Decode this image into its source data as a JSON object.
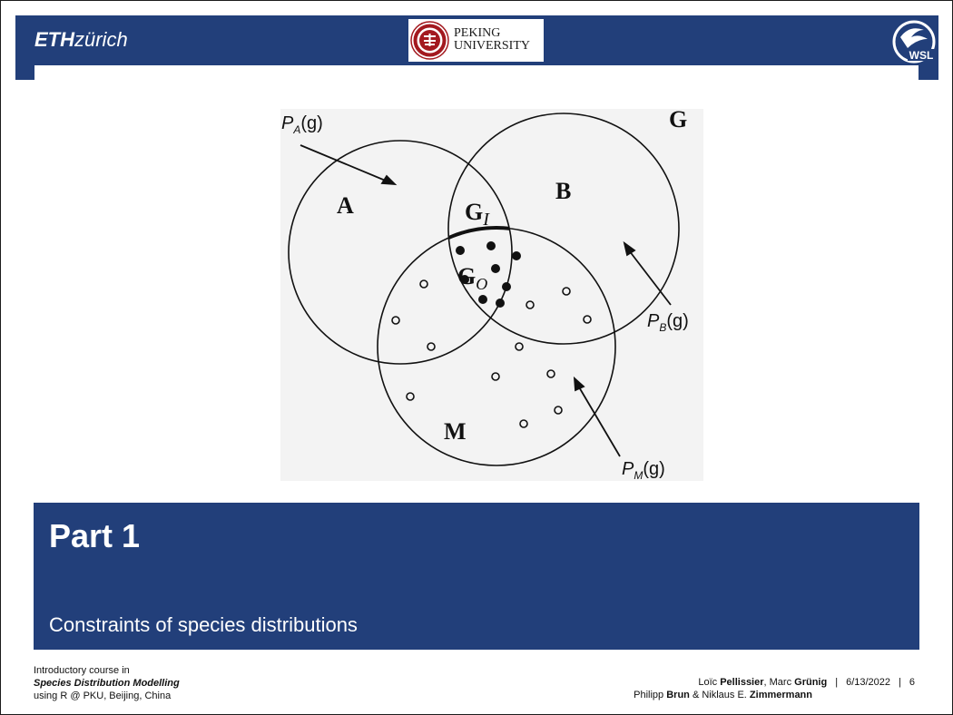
{
  "header": {
    "eth_logo_bold": "ETH",
    "eth_logo_light": "zürich",
    "pku_logo_line1": "PEKING",
    "pku_logo_line2": "UNIVERSITY",
    "wsl_logo_text": "WSL"
  },
  "figure": {
    "label_G": "G",
    "label_A": "A",
    "label_B": "B",
    "label_M": "M",
    "label_GI": "G",
    "label_GI_sub": "I",
    "label_GO": "G",
    "label_GO_sub": "O",
    "pa_P": "P",
    "pa_sub": "A",
    "pa_arg": "(g)",
    "pb_P": "P",
    "pb_sub": "B",
    "pb_arg": "(g)",
    "pm_P": "P",
    "pm_sub": "M",
    "pm_arg": "(g)"
  },
  "section": {
    "title": "Part 1",
    "subtitle": "Constraints of species distributions"
  },
  "footer": {
    "course_line1": "Introductory course in",
    "course_line2": "Species Distribution Modelling",
    "course_line3": "using R @ PKU, Beijing, China",
    "author1_first": "Loïc ",
    "author1_last": "Pellissier",
    "author_sep1": ", Marc ",
    "author2_last": "Grünig",
    "divider1": "|",
    "date": "6/13/2022",
    "divider2": "|",
    "page_number": "6",
    "author3_first": "Philipp ",
    "author3_last": "Brun",
    "author_sep2": " & Niklaus E. ",
    "author4_last": "Zimmermann"
  },
  "colors": {
    "brand_blue": "#223f7a",
    "pku_red": "#a3191f"
  }
}
